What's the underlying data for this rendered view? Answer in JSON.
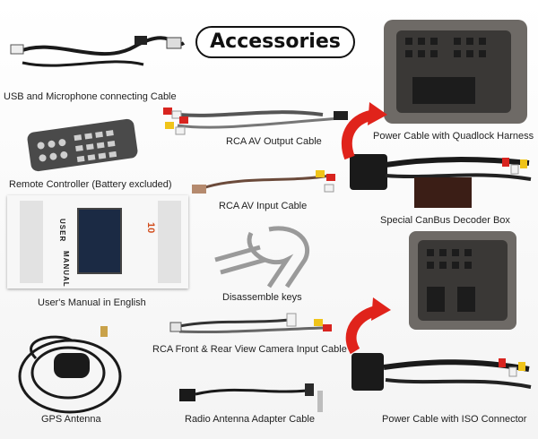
{
  "header": {
    "title": "Accessories"
  },
  "captions": {
    "usb_mic": "USB and Microphone connecting Cable",
    "rca_out": "RCA AV Output Cable",
    "quadlock": "Power Cable with Quadlock Harness",
    "remote": "Remote Controller (Battery excluded)",
    "rca_in": "RCA AV Input Cable",
    "canbus": "Special CanBus Decoder Box",
    "manual": "User's Manual in English",
    "keys": "Disassemble keys",
    "camera": "RCA Front & Rear View Camera Input Cable",
    "gps": "GPS Antenna",
    "radio": "Radio Antenna Adapter Cable",
    "iso": "Power Cable with ISO Connector"
  },
  "manual": {
    "cover_text_1": "USER",
    "cover_text_2": "MANUAL",
    "logo": "10"
  },
  "colors": {
    "cable": "#1a1a1a",
    "arrow": "#e0231b",
    "foam": "#6e6a66",
    "rca_red": "#d8241f",
    "rca_white": "#f2f2f2",
    "rca_yellow": "#f0c419"
  }
}
